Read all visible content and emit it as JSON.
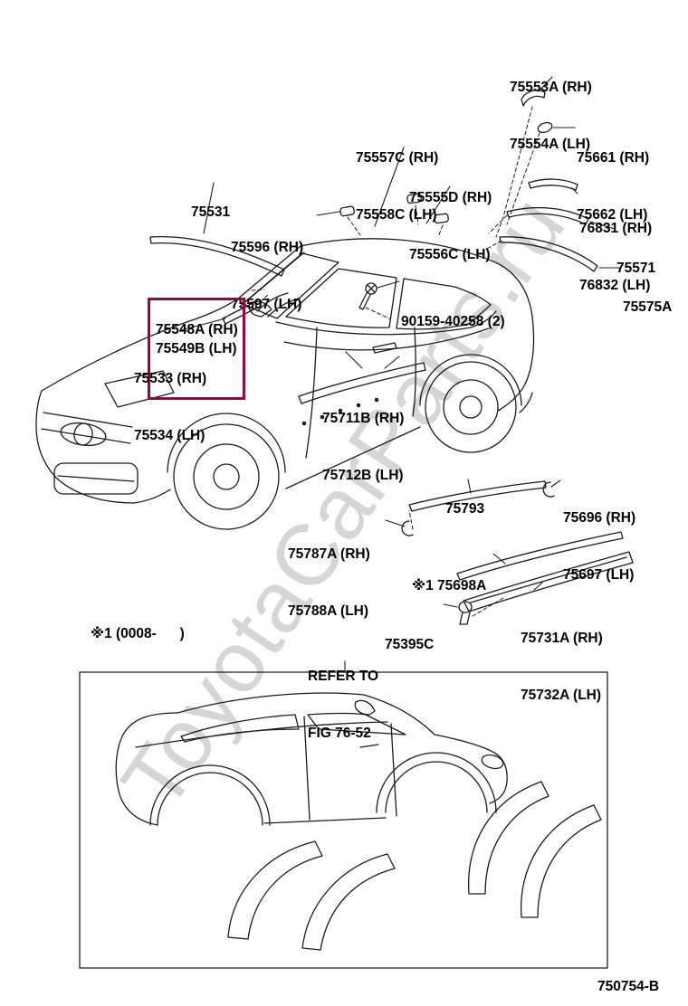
{
  "watermark": "ToyotaCarParts.ru",
  "figure_number": "750754-B",
  "highlight_color": "#a00045",
  "notes": {
    "applicability": "※1 (0008-      )",
    "refer_line1": "REFER TO",
    "refer_line2": "FIG 76-52"
  },
  "labels": {
    "p75553": {
      "l1": "75553A (RH)",
      "l2": "75554A (LH)"
    },
    "p75557": {
      "l1": "75557C (RH)",
      "l2": "75558C (LH)"
    },
    "p75661": {
      "l1": "75661 (RH)",
      "l2": "75662 (LH)"
    },
    "p75555": {
      "l1": "75555D (RH)",
      "l2": "75556C (LH)"
    },
    "p76831": {
      "l1": "76831 (RH)",
      "l2": "76832 (LH)"
    },
    "p75571": {
      "l1": "75571"
    },
    "p75575": {
      "l1": "75575A"
    },
    "p75531": {
      "l1": "75531"
    },
    "p75596": {
      "l1": "75596 (RH)",
      "l2": "75597 (LH)"
    },
    "p90159": {
      "l1": "90159-40258 (2)"
    },
    "p75548": {
      "l1": "75548A (RH)"
    },
    "p75549": {
      "l1": "75549B (LH)"
    },
    "p75533": {
      "l1": "75533 (RH)",
      "l2": "75534 (LH)"
    },
    "p75711": {
      "l1": "75711B (RH)",
      "l2": "75712B (LH)"
    },
    "p75793": {
      "l1": "75793"
    },
    "p75696": {
      "l1": "75696 (RH)",
      "l2": "75697 (LH)"
    },
    "p75787": {
      "l1": "75787A (RH)",
      "l2": "75788A (LH)"
    },
    "p75698": {
      "l1": "※1 75698A"
    },
    "p75731": {
      "l1": "75731A (RH)",
      "l2": "75732A (LH)"
    },
    "p75395": {
      "l1": "75395C"
    }
  }
}
